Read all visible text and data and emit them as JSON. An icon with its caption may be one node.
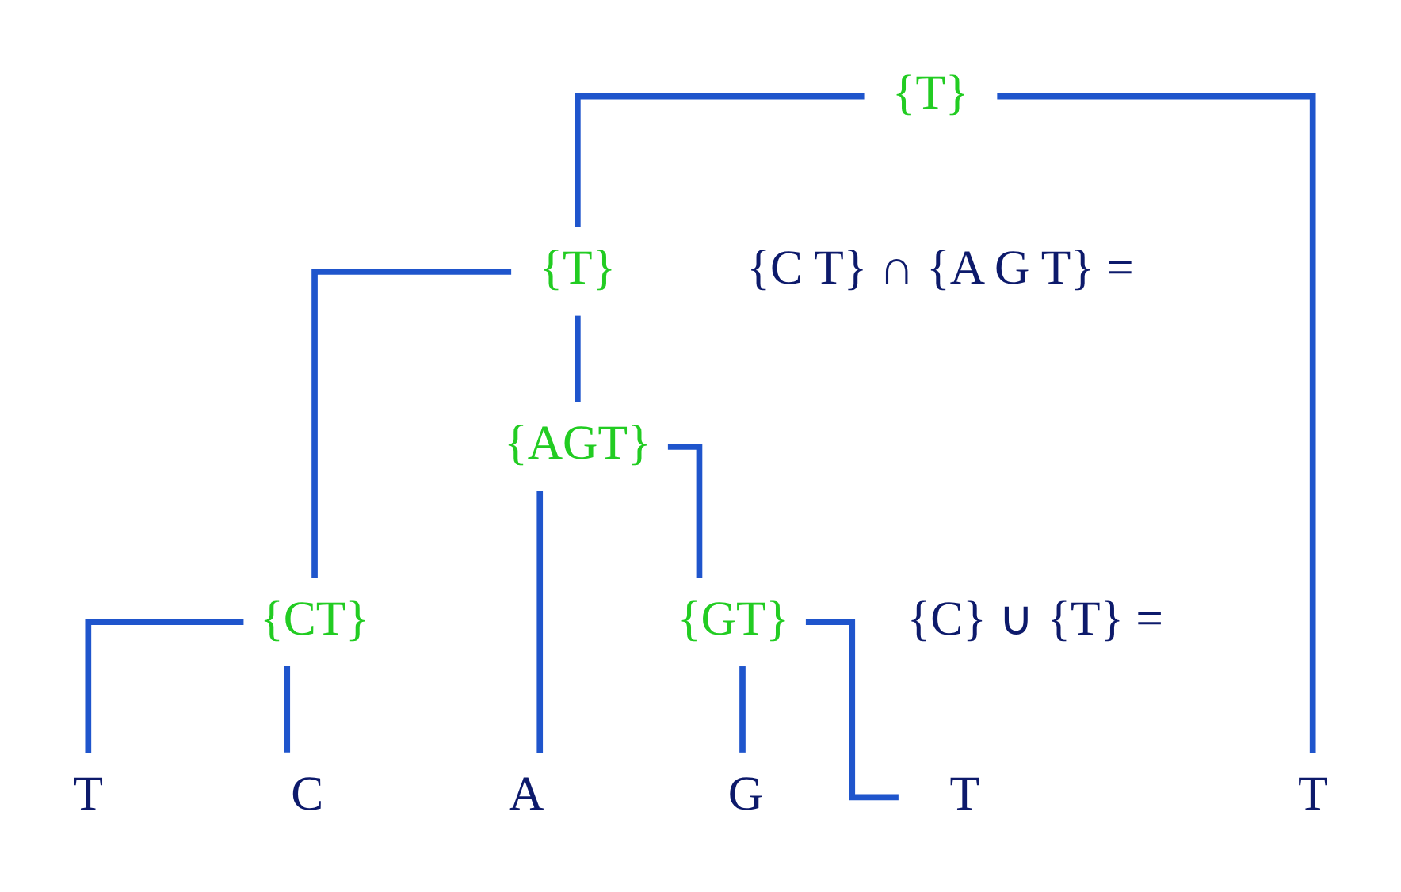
{
  "diagram": {
    "nodes": [
      {
        "text": [
          "{T}"
        ]
      },
      {
        "text": [
          "{T}"
        ]
      },
      {
        "text": [
          "{AGT}"
        ]
      },
      {
        "text": [
          "{CT}"
        ]
      },
      {
        "text": [
          "{GT}"
        ]
      },
      {
        "text": [
          "C"
        ]
      },
      {
        "text": [
          "T"
        ]
      },
      {
        "text": [
          "G"
        ]
      },
      {
        "text": [
          "T"
        ]
      },
      {
        "text": [
          "A"
        ]
      },
      {
        "text": [
          "T"
        ]
      }
    ],
    "edges": [
      {
        "from": 0,
        "to": 1,
        "arrow": "none"
      },
      {
        "from": 0,
        "to": 10,
        "arrow": "none"
      },
      {
        "from": 1,
        "to": 3,
        "arrow": "none"
      },
      {
        "from": 1,
        "to": 2,
        "arrow": "none"
      },
      {
        "from": 2,
        "to": 4,
        "arrow": "none"
      },
      {
        "from": 2,
        "to": 9,
        "arrow": "none"
      },
      {
        "from": 3,
        "to": 5,
        "arrow": "none"
      },
      {
        "from": 3,
        "to": 6,
        "arrow": "none"
      },
      {
        "from": 4,
        "to": 7,
        "arrow": "none"
      },
      {
        "from": 4,
        "to": 8,
        "arrow": "none"
      }
    ],
    "labels": [
      "{C T} ∩ {A G T} =",
      "{C} ∪ {T} ="
    ]
  }
}
